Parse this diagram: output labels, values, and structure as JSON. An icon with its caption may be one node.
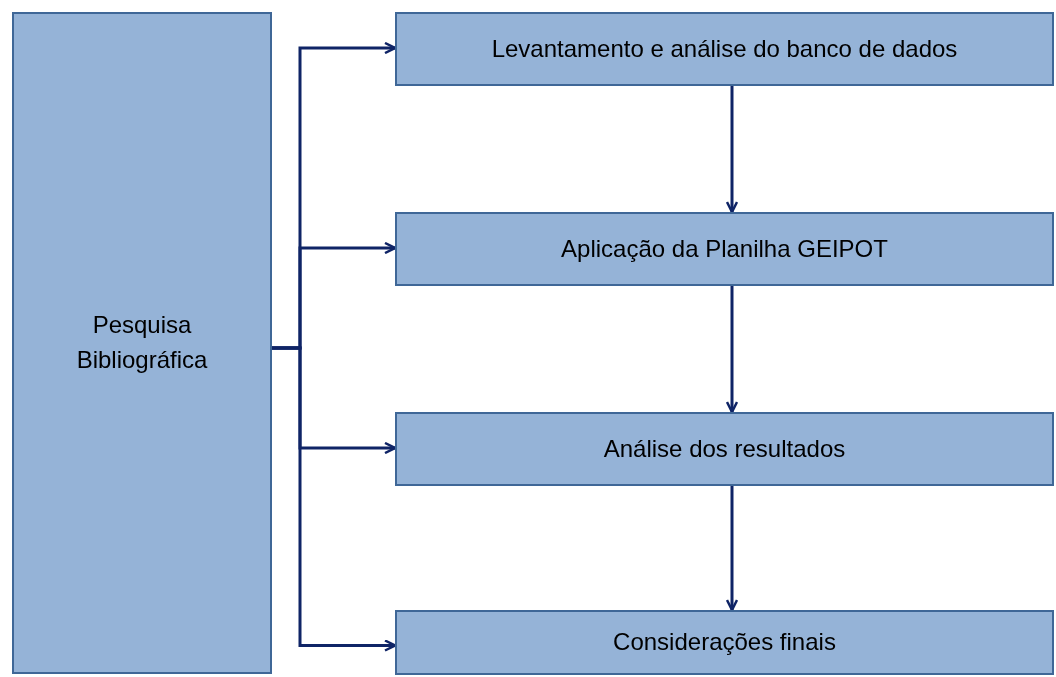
{
  "diagram": {
    "nodes": [
      {
        "text": [
          "Pesquisa Bibliográfica"
        ]
      },
      {
        "text": [
          "Levantamento e análise do banco de dados"
        ]
      },
      {
        "text": [
          "Aplicação da Planilha GEIPOT"
        ]
      },
      {
        "text": [
          "Análise dos resultados"
        ]
      },
      {
        "text": [
          "Considerações finais"
        ]
      }
    ],
    "edges": [
      {
        "from": 0,
        "to": 1,
        "arrow": "to"
      },
      {
        "from": 0,
        "to": 2,
        "arrow": "to"
      },
      {
        "from": 0,
        "to": 3,
        "arrow": "to"
      },
      {
        "from": 0,
        "to": 4,
        "arrow": "to"
      },
      {
        "from": 1,
        "to": 2,
        "arrow": "to"
      },
      {
        "from": 2,
        "to": 3,
        "arrow": "to"
      },
      {
        "from": 3,
        "to": 4,
        "arrow": "to"
      }
    ]
  }
}
